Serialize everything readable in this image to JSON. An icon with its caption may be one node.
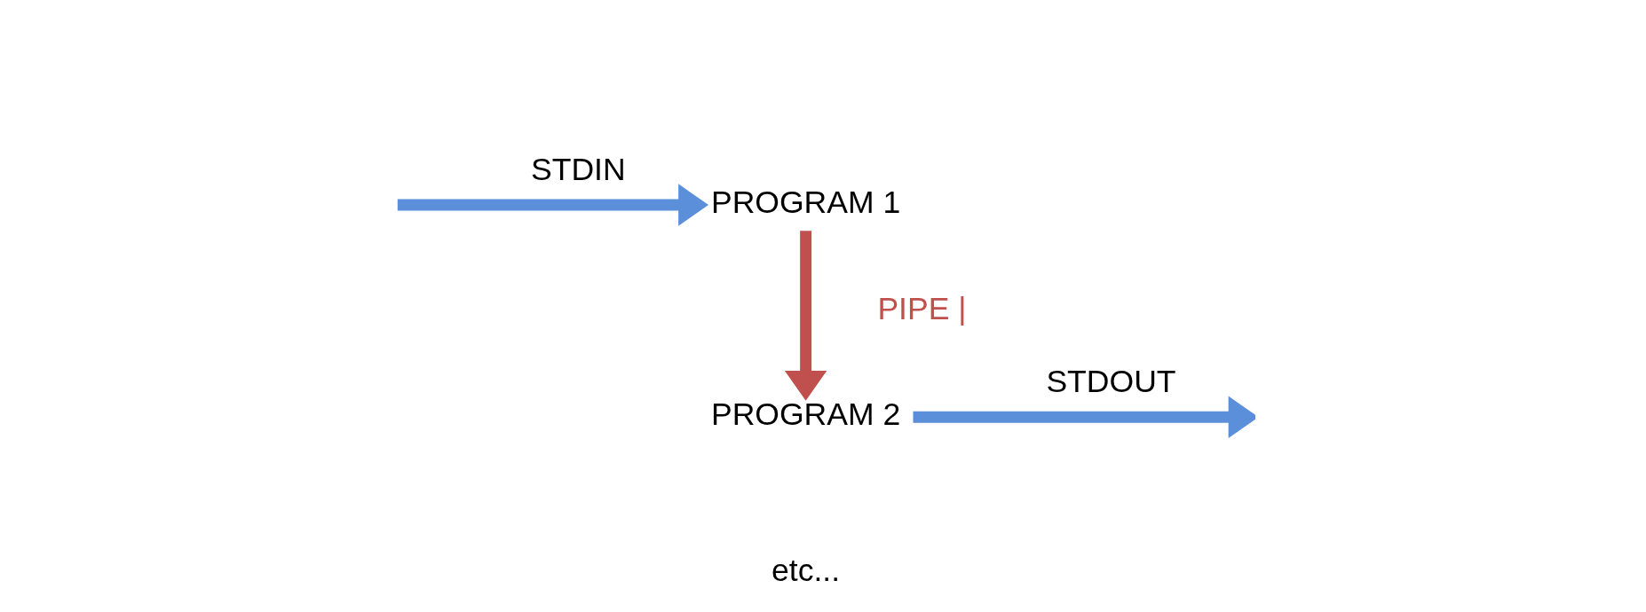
{
  "diagram": {
    "nodes": [
      {
        "text": [
          "PROGRAM 1"
        ]
      },
      {
        "text": [
          "PROGRAM 2"
        ]
      }
    ],
    "edges": [
      {
        "from": null,
        "to": 0,
        "arrow": "to",
        "label": "STDIN"
      },
      {
        "from": 0,
        "to": 1,
        "arrow": "to",
        "label": "PIPE |",
        "color": "#c0504d"
      },
      {
        "from": 1,
        "to": null,
        "arrow": "to",
        "label": "STDOUT"
      }
    ],
    "labels": [
      "etc..."
    ]
  }
}
